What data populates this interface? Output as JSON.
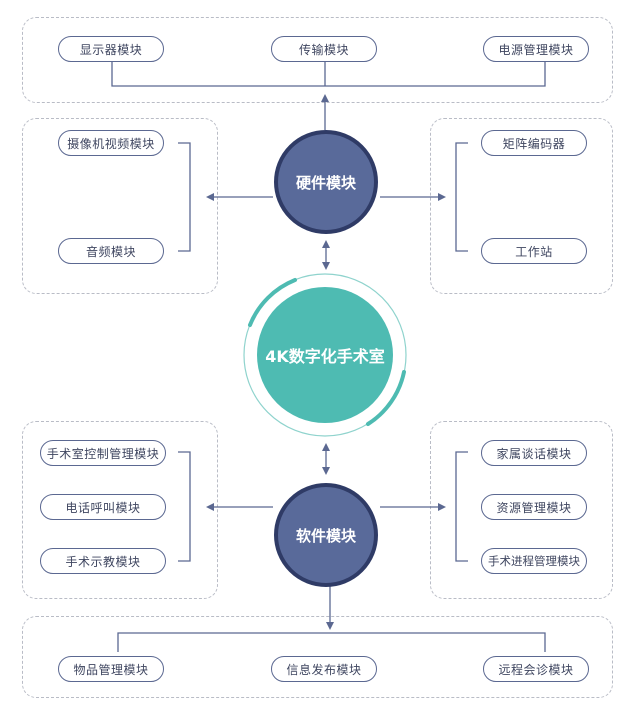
{
  "center": {
    "label": "4K数字化手术室"
  },
  "hardware": {
    "label": "硬件模块",
    "top": [
      "显示器模块",
      "传输模块",
      "电源管理模块"
    ],
    "left": [
      "摄像机视频模块",
      "音频模块"
    ],
    "right": [
      "矩阵编码器",
      "工作站"
    ]
  },
  "software": {
    "label": "软件模块",
    "left": [
      "手术室控制管理模块",
      "电话呼叫模块",
      "手术示教模块"
    ],
    "right": [
      "家属谈话模块",
      "资源管理模块",
      "手术进程管理模块"
    ],
    "bottom": [
      "物品管理模块",
      "信息发布模块",
      "远程会诊模块"
    ]
  },
  "colors": {
    "dark_hub": "#596a9a",
    "dark_hub_border": "#2f3b66",
    "teal_hub": "#4ebbb2",
    "line": "#5b6891",
    "dashed_border": "#b9bcc6"
  }
}
